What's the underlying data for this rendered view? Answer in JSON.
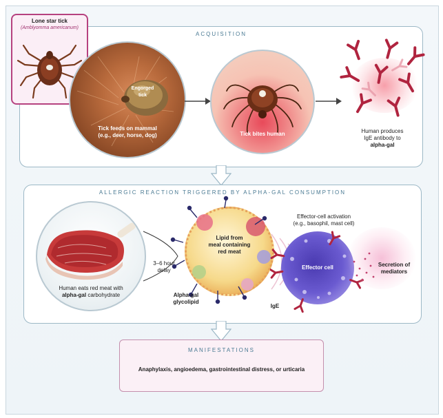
{
  "tick_box": {
    "title": "Lone star tick",
    "subtitle": "(Amblyomma americanum)"
  },
  "acquisition": {
    "section_title": "ACQUISITION",
    "engorged_label_line1": "Engorged",
    "engorged_label_line2": "tick",
    "mammal_caption_line1": "Tick feeds on mammal",
    "mammal_caption_line2": "(e.g., deer, horse, dog)",
    "human_caption": "Tick bites human",
    "ige_caption_line1": "Human produces",
    "ige_caption_line2": "IgE antibody to",
    "ige_caption_line3": "alpha-gal"
  },
  "reaction": {
    "section_title": "ALLERGIC REACTION TRIGGERED BY ALPHA-GAL CONSUMPTION",
    "meat_caption_line1": "Human eats red meat with",
    "meat_caption_bold": "alpha-gal",
    "meat_caption_rest": " carbohydrate",
    "delay_line1": "3–6 hour",
    "delay_line2": "delay",
    "lipid_line1": "Lipid from",
    "lipid_line2": "meal containing",
    "lipid_line3": "red meat",
    "glycolipid_line1": "Alpha-gal",
    "glycolipid_line2": "glycolipid",
    "activation_line1": "Effector-cell activation",
    "activation_line2": "(e.g., basophil, mast cell)",
    "effector_label": "Effector cell",
    "ige_label": "IgE",
    "secretion_line1": "Secretion of",
    "secretion_line2": "mediators"
  },
  "manifestations": {
    "section_title": "MANIFESTATIONS",
    "text": "Anaphylaxis, angioedema, gastrointestinal distress, or urticaria"
  },
  "colors": {
    "panel_border": "#9cb8c6",
    "title_blue": "#4a7a93",
    "antibody_red": "#b0243f",
    "tick_pink": "#b6417f",
    "effector_purple": "#5a4fb3"
  }
}
